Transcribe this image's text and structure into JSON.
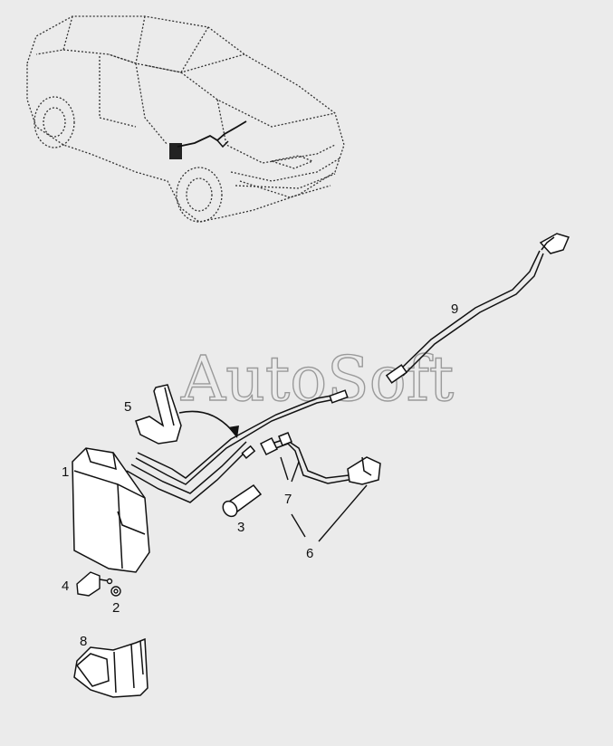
{
  "watermark": "AutoSoft",
  "colors": {
    "background": "#ebebeb",
    "line": "#1a1a1a",
    "watermark": "#9a9a9a"
  },
  "callouts": [
    {
      "id": "1",
      "text": "1"
    },
    {
      "id": "2",
      "text": "2"
    },
    {
      "id": "3",
      "text": "3"
    },
    {
      "id": "4",
      "text": "4"
    },
    {
      "id": "5",
      "text": "5"
    },
    {
      "id": "6",
      "text": "6"
    },
    {
      "id": "7",
      "text": "7"
    },
    {
      "id": "8",
      "text": "8"
    },
    {
      "id": "9",
      "text": "9"
    }
  ]
}
